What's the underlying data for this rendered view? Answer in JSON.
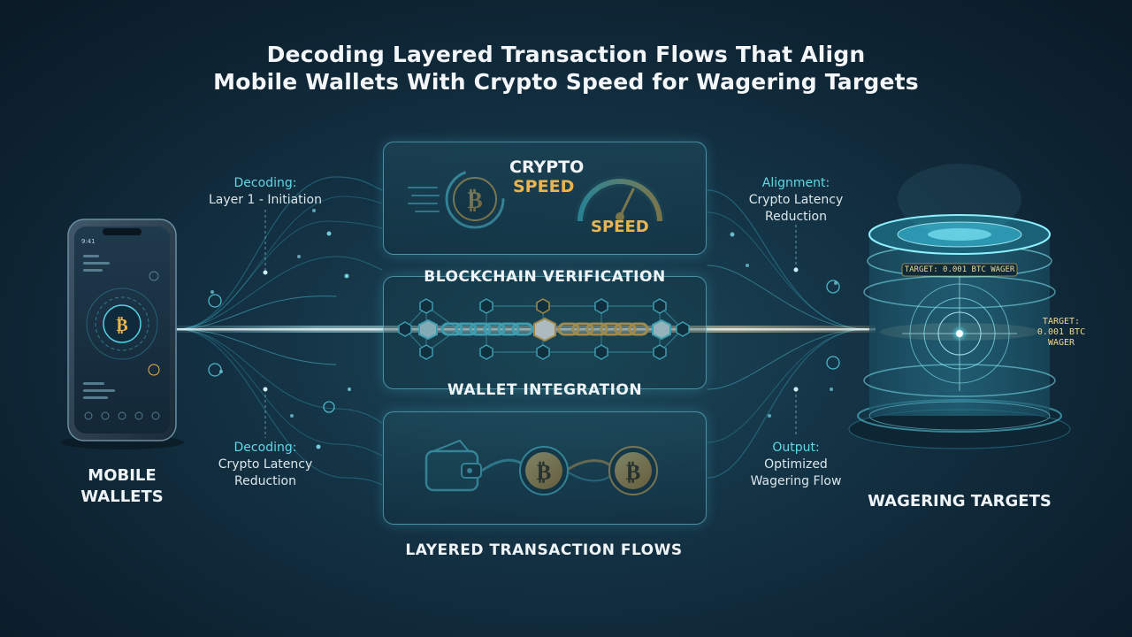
{
  "title": {
    "line1": "Decoding Layered Transaction Flows That Align",
    "line2": "Mobile Wallets With Crypto Speed for Wagering Targets"
  },
  "annotations": {
    "top_left": {
      "head": "Decoding:",
      "body": "Layer 1 - Initiation"
    },
    "bottom_left": {
      "head": "Decoding:",
      "body1": "Crypto Latency",
      "body2": "Reduction"
    },
    "top_right": {
      "head": "Alignment:",
      "body1": "Crypto Latency",
      "body2": "Reduction"
    },
    "bottom_right": {
      "head": "Output:",
      "body1": "Optimized",
      "body2": "Wagering Flow"
    }
  },
  "labels": {
    "mobile_wallets_line1": "MOBILE",
    "mobile_wallets_line2": "WALLETS",
    "wagering_targets": "WAGERING TARGETS",
    "blockchain_verification": "BLOCKCHAIN VERIFICATION",
    "wallet_integration": "WALLET INTEGRATION",
    "layered_transaction_flows": "LAYERED TRANSACTION FLOWS"
  },
  "speed_panel": {
    "crypto": "CRYPTO",
    "speed": "SPEED",
    "gauge_label": "SPEED"
  },
  "target_tags": {
    "band_tag": "TARGET: 0.001 BTC WAGER",
    "side_line1": "TARGET:",
    "side_line2": "0.001 BTC",
    "side_line3": "WAGER"
  },
  "icons": {
    "bitcoin": "bitcoin-icon",
    "wallet": "wallet-icon",
    "gauge": "speedometer-icon",
    "chain": "chain-link-icon",
    "phone": "smartphone-icon",
    "target": "target-icon"
  },
  "colors": {
    "accent_cyan": "#5fd8e6",
    "gold": "#e9b552",
    "background": "#143446"
  }
}
